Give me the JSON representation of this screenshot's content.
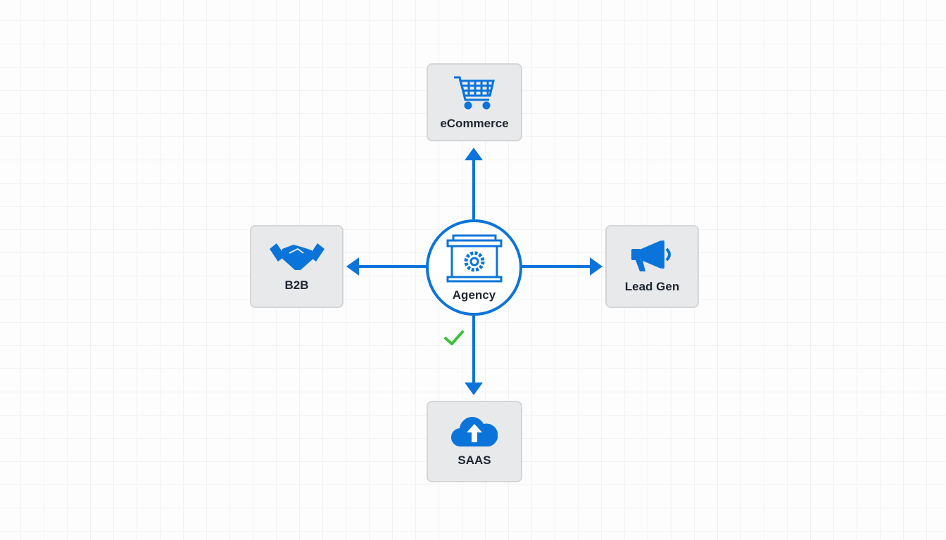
{
  "center": {
    "label": "Agency",
    "icon": "factory-gear-icon"
  },
  "nodes": [
    {
      "label": "eCommerce",
      "icon": "shopping-cart-icon"
    },
    {
      "label": "B2B",
      "icon": "handshake-icon"
    },
    {
      "label": "Lead Gen",
      "icon": "megaphone-icon"
    },
    {
      "label": "SAAS",
      "icon": "cloud-upload-icon"
    }
  ],
  "colors": {
    "accent": "#0a74da",
    "check": "#3cc13b",
    "node_bg": "#e8e9ea"
  }
}
